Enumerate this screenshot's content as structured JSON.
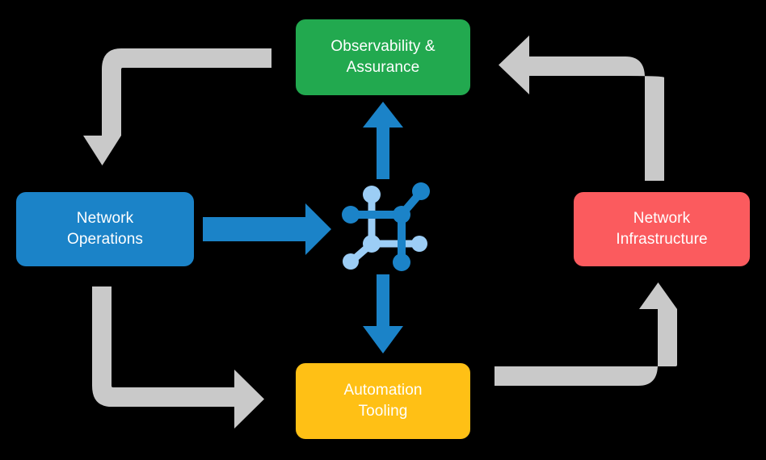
{
  "diagram": {
    "title": "Network automation lifecycle cycle diagram",
    "background_color": "#000000",
    "center": {
      "icon_name": "network-topology-icon",
      "color_dark": "#1b83c8",
      "color_light": "#9ccdf5"
    },
    "nodes": [
      {
        "id": "observability",
        "label": "Observability &\nAssurance",
        "color": "#22a94f",
        "text_color": "#ffffff",
        "position": "top"
      },
      {
        "id": "operations",
        "label": "Network\nOperations",
        "color": "#1b83c8",
        "text_color": "#ffffff",
        "position": "left"
      },
      {
        "id": "infrastructure",
        "label": "Network\nInfrastructure",
        "color": "#fb5b5e",
        "text_color": "#ffffff",
        "position": "right"
      },
      {
        "id": "automation",
        "label": "Automation\nTooling",
        "color": "#ffc015",
        "text_color": "#ffffff",
        "position": "bottom"
      }
    ],
    "arrows": {
      "accent_color": "#1b83c8",
      "flow_color": "#c9c9c9",
      "center_arrows": [
        {
          "id": "center-to-observability",
          "name": "arrow-center-up",
          "direction": "up"
        },
        {
          "id": "operations-to-center",
          "name": "arrow-operations-right",
          "direction": "right"
        },
        {
          "id": "center-to-automation",
          "name": "arrow-center-down",
          "direction": "down"
        }
      ],
      "cycle_arrows": [
        {
          "id": "observability-to-operations",
          "name": "elbow-arrow-top-left",
          "direction": "down"
        },
        {
          "id": "operations-to-automation",
          "name": "elbow-arrow-bottom-left",
          "direction": "right"
        },
        {
          "id": "automation-to-infrastructure",
          "name": "elbow-arrow-bottom-right",
          "direction": "up"
        },
        {
          "id": "infrastructure-to-observability",
          "name": "elbow-arrow-top-right",
          "direction": "left"
        }
      ]
    }
  }
}
